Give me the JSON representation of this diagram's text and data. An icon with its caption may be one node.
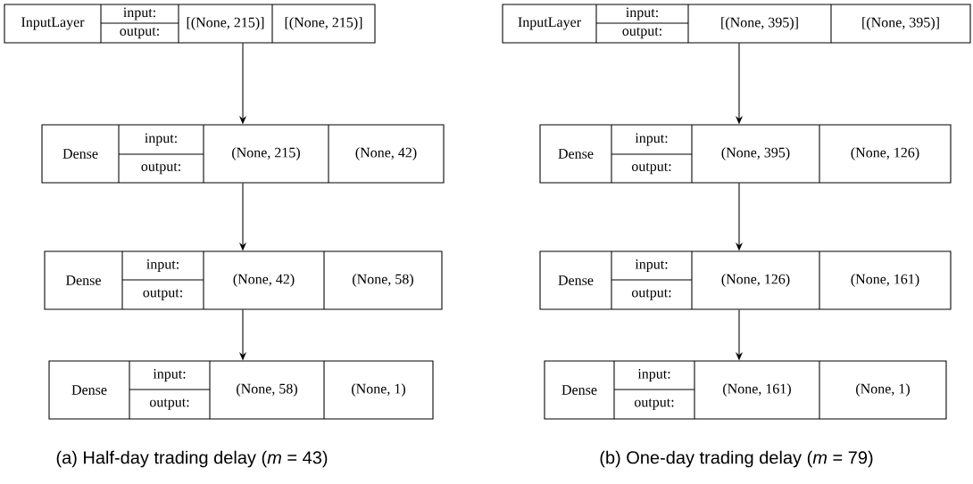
{
  "diagram": {
    "nodes": [
      {
        "text": [
          "InputLayer",
          "input:",
          "output:",
          "[(None, 215)]",
          "[(None, 215)]"
        ]
      },
      {
        "text": [
          "Dense",
          "input:",
          "output:",
          "(None, 215)",
          "(None, 42)"
        ]
      },
      {
        "text": [
          "Dense",
          "input:",
          "output:",
          "(None, 42)",
          "(None, 58)"
        ]
      },
      {
        "text": [
          "Dense",
          "input:",
          "output:",
          "(None, 58)",
          "(None, 1)"
        ]
      },
      {
        "text": [
          "InputLayer",
          "input:",
          "output:",
          "[(None, 395)]",
          "[(None, 395)]"
        ]
      },
      {
        "text": [
          "Dense",
          "input:",
          "output:",
          "(None, 395)",
          "(None, 126)"
        ]
      },
      {
        "text": [
          "Dense",
          "input:",
          "output:",
          "(None, 126)",
          "(None, 161)"
        ]
      },
      {
        "text": [
          "Dense",
          "input:",
          "output:",
          "(None, 161)",
          "(None, 1)"
        ]
      }
    ],
    "edges": [
      {
        "from": 0,
        "to": 1,
        "arrow": "to"
      },
      {
        "from": 1,
        "to": 2,
        "arrow": "to"
      },
      {
        "from": 2,
        "to": 3,
        "arrow": "to"
      },
      {
        "from": 4,
        "to": 5,
        "arrow": "to"
      },
      {
        "from": 5,
        "to": 6,
        "arrow": "to"
      },
      {
        "from": 6,
        "to": 7,
        "arrow": "to"
      }
    ],
    "labels": [
      "(a) Half-day trading delay (*m* = 43)",
      "(b) One-day trading delay (*m* = 79)"
    ]
  }
}
